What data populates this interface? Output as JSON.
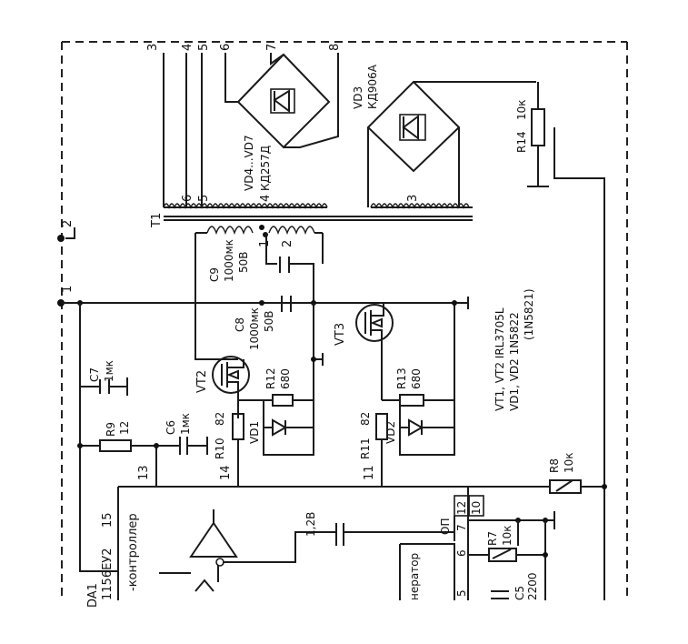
{
  "pins_top": [
    "3",
    "4",
    "5",
    "6",
    "7",
    "8"
  ],
  "pins_t1_left": [
    "6",
    "5"
  ],
  "pins_t1_mid": [
    "4"
  ],
  "pins_t1_right": [
    "3"
  ],
  "t1": {
    "label": "T1",
    "pin1": "1",
    "pin2": "2"
  },
  "diode_bridges": {
    "vd4_vd7": {
      "ref": "VD4...VD7",
      "part": "КД257Д"
    },
    "vd3": {
      "ref": "VD3",
      "part": "КД906А"
    }
  },
  "r14": {
    "ref": "R14",
    "value": "10к"
  },
  "terminals": {
    "t1": "1",
    "t2": "2"
  },
  "c9": {
    "ref": "C9",
    "value": "1000мк",
    "voltage": "50В"
  },
  "c8": {
    "ref": "C8",
    "value": "1000мк",
    "voltage": "50В"
  },
  "c7": {
    "ref": "C7",
    "value": "1мк"
  },
  "c6": {
    "ref": "C6",
    "value": "1мк"
  },
  "c5": {
    "ref": "C5",
    "value": "2200"
  },
  "r9": {
    "ref": "R9",
    "value": "12"
  },
  "r10": {
    "ref": "R10",
    "value": "82"
  },
  "r11": {
    "ref": "R11",
    "value": "82"
  },
  "r12": {
    "ref": "R12",
    "value": "680"
  },
  "r13": {
    "ref": "R13",
    "value": "680"
  },
  "r7": {
    "ref": "R7",
    "value": "10к"
  },
  "r8": {
    "ref": "R8",
    "value": "10к"
  },
  "vt2": "VT2",
  "vt3": "VT3",
  "vd1": "VD1",
  "vd2": "VD2",
  "notes": {
    "line1": "VT1, VT2 IRL3705L",
    "line2": "VD1, VD2 1N5822",
    "line3": "(1N5821)"
  },
  "ic": {
    "ref": "DA1",
    "part": "1156ЕУ2",
    "label": "-контроллер",
    "pin13": "13",
    "pin14": "14",
    "pin11": "11",
    "pin15": "15",
    "pin12": "12",
    "pin10": "10",
    "pin7": "7",
    "pin6": "6",
    "pin5": "5",
    "op": "ОП",
    "generator": "нератор",
    "v12": "1,2В"
  }
}
